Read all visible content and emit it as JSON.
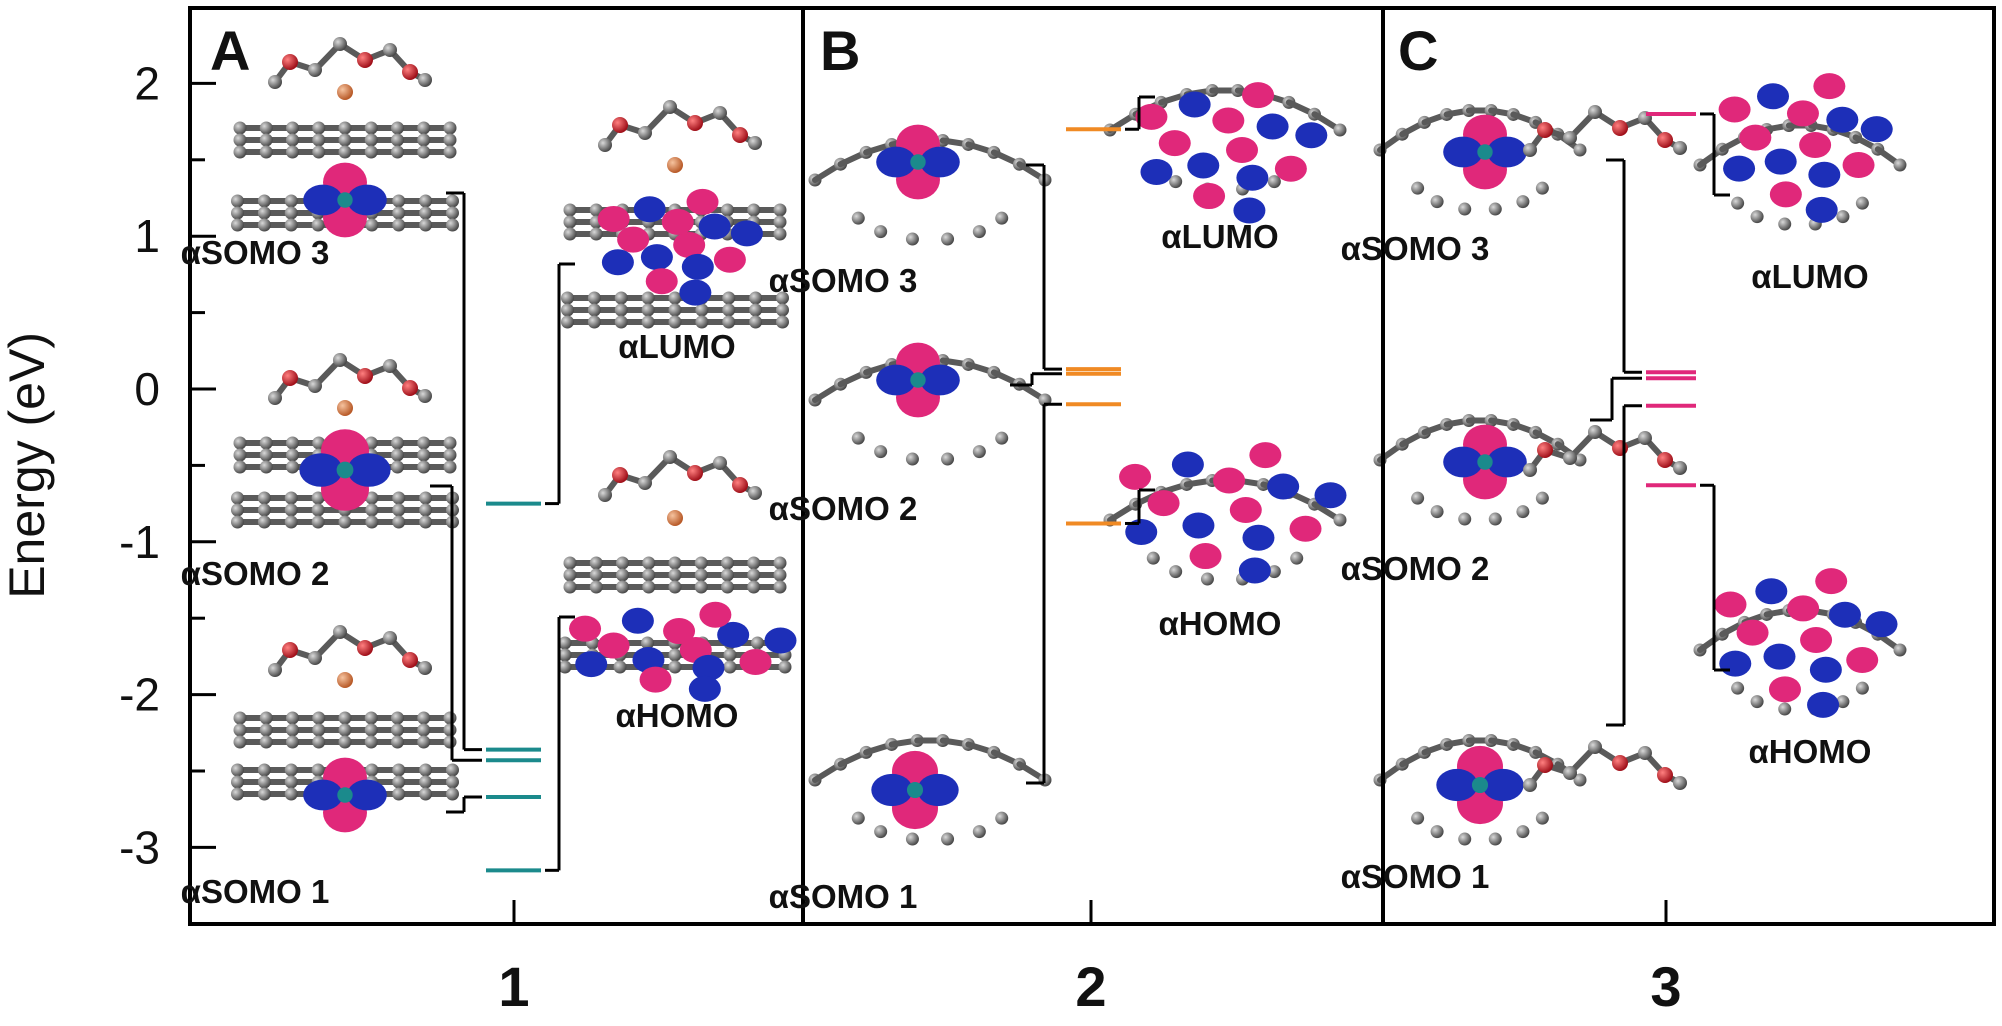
{
  "chart_data": {
    "type": "energy-level diagram",
    "ylabel": "Energy (eV)",
    "ylim": [
      -3.5,
      2.5
    ],
    "y_ticks": [
      "2",
      "1",
      "0",
      "-1",
      "-2",
      "-3"
    ],
    "categories": [
      "1",
      "2",
      "3"
    ],
    "panels": [
      {
        "letter": "A",
        "category": "1",
        "color": "#1b8a8c",
        "levels": [
          {
            "name": "αHOMO",
            "energy": -3.15
          },
          {
            "name": "αSOMO 1",
            "energy": -2.67
          },
          {
            "name": "αSOMO 2",
            "energy": -2.43
          },
          {
            "name": "αSOMO 3",
            "energy": -2.36
          },
          {
            "name": "αLUMO",
            "energy": -0.75
          }
        ],
        "labels": {
          "somo3": "αSOMO 3",
          "somo2": "αSOMO 2",
          "somo1": "αSOMO 1",
          "lumo": "αLUMO",
          "homo": "αHOMO"
        }
      },
      {
        "letter": "B",
        "category": "2",
        "color": "#f08a24",
        "levels": [
          {
            "name": "αHOMO",
            "energy": -0.88
          },
          {
            "name": "αSOMO 1",
            "energy": -0.1
          },
          {
            "name": "αSOMO 2",
            "energy": 0.1
          },
          {
            "name": "αSOMO 3",
            "energy": 0.13
          },
          {
            "name": "αLUMO",
            "energy": 1.7
          }
        ],
        "labels": {
          "somo3": "αSOMO 3",
          "somo2": "αSOMO 2",
          "somo1": "αSOMO 1",
          "lumo": "αLUMO",
          "homo": "αHOMO"
        }
      },
      {
        "letter": "C",
        "category": "3",
        "color": "#e0287a",
        "levels": [
          {
            "name": "αHOMO",
            "energy": -0.63
          },
          {
            "name": "αSOMO 1",
            "energy": -0.11
          },
          {
            "name": "αSOMO 2",
            "energy": 0.07
          },
          {
            "name": "αSOMO 3",
            "energy": 0.11
          },
          {
            "name": "αLUMO",
            "energy": 1.8
          }
        ],
        "labels": {
          "somo3": "αSOMO 3",
          "somo2": "αSOMO 2",
          "somo1": "αSOMO 1",
          "lumo": "αLUMO",
          "homo": "αHOMO"
        }
      }
    ],
    "grid": false,
    "legend": "none"
  },
  "colors": {
    "axis": "#000000",
    "carbon": "#6b6b6b",
    "oxygen": "#d0202a",
    "metal": "#d9814f",
    "orbital_positive": "#1d2fb8",
    "orbital_negative": "#e0287a"
  }
}
